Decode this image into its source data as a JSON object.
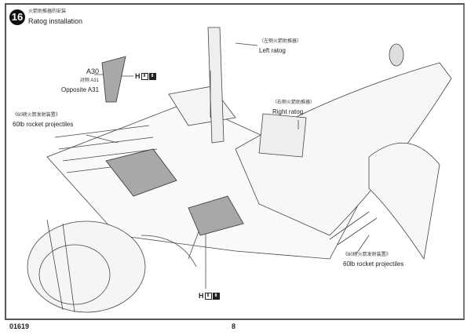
{
  "step": {
    "number": "16",
    "title_cn": "火箭助推器的安装",
    "title_en": "Ratog installation"
  },
  "callouts": {
    "part_a30": "A30",
    "opposite_cn": "对侧 A31",
    "opposite_en": "Opposite A31",
    "paint_top": {
      "label": "H",
      "chips": [
        "8",
        "8"
      ]
    },
    "paint_bottom": {
      "label": "H",
      "chips": [
        "8",
        "8"
      ]
    },
    "left_ratog_cn": "（左侧火箭助推器）",
    "left_ratog_en": "Left ratog",
    "right_ratog_cn": "（右侧火箭助推器）",
    "right_ratog_en": "Right ratog",
    "rockets_left_cn": "《60磅火箭发射装置》",
    "rockets_left_en": "60lb rocket projectiles",
    "rockets_right_cn": "《60磅火箭发射装置》",
    "rockets_right_en": "60lb rocket projectiles"
  },
  "footer": {
    "kit_number": "01619",
    "page_number": "8"
  },
  "colors": {
    "part_fill": "#a8a8a8",
    "line": "#333333",
    "step_badge": "#111111"
  }
}
